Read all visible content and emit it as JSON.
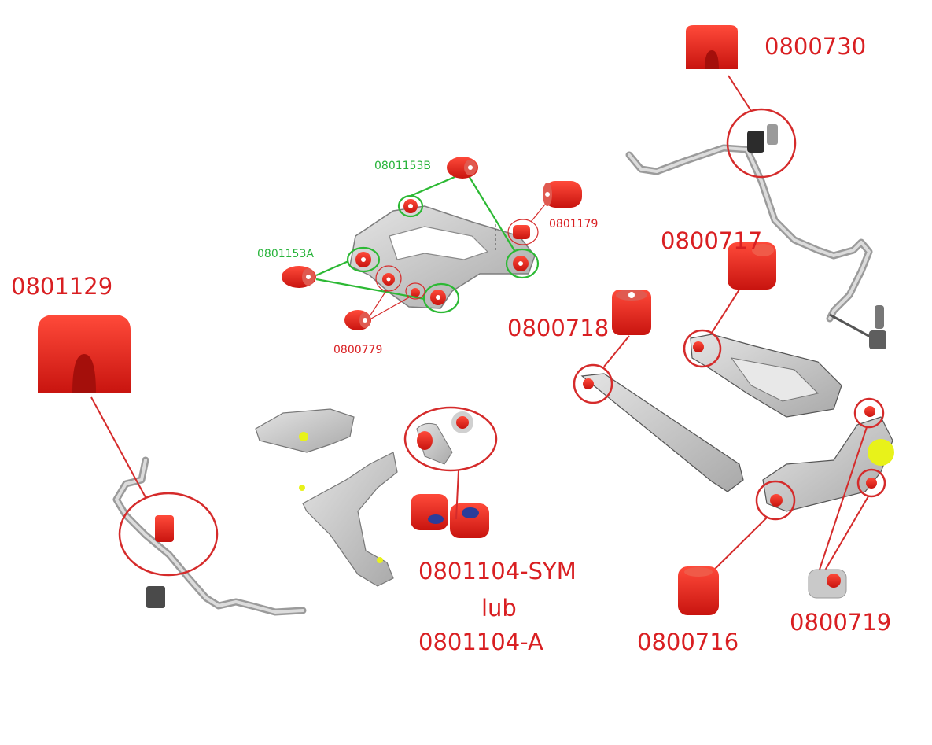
{
  "colors": {
    "bushing_red": "#e3201d",
    "callout_red": "#d52b2b",
    "callout_green": "#2cb934",
    "label_red": "#d91f22",
    "label_green": "#27b33a",
    "metal_gray": "#c9c9c9",
    "metal_dark": "#8a8a8a",
    "accent_yellow": "#e8f21a",
    "insert_blue": "#2a3d9a"
  },
  "labels": {
    "p0800730": "0800730",
    "p0801153B": "0801153B",
    "p0801179": "0801179",
    "p0801153A": "0801153A",
    "p0800717": "0800717",
    "p0801129": "0801129",
    "p0800779": "0800779",
    "p0800718": "0800718",
    "p0801104_sym": "0801104-SYM",
    "lub": "lub",
    "p0801104_a": "0801104-A",
    "p0800716": "0800716",
    "p0800719": "0800719"
  },
  "icons": {
    "bushing": "bushing-icon",
    "arm": "control-arm-icon",
    "subframe": "subframe-icon",
    "stabilizer": "stabilizer-bar-icon"
  }
}
